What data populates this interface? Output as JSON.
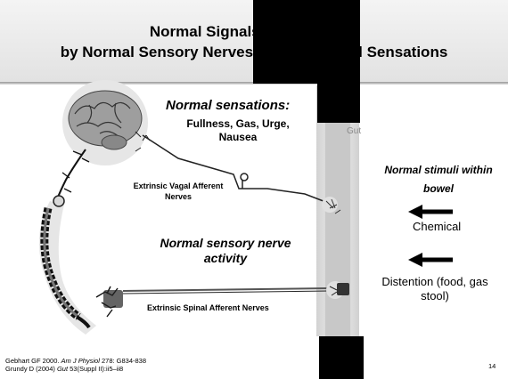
{
  "title_line1": "Normal Signals, Trans mitted",
  "title_line2": "by Normal Sensory Nerves lead to Normal Sensations",
  "normal_sensations": "Normal sensations:",
  "sensations_items": "Fullness, Gas, Urge, Nausea",
  "vagal_label": "Extrinsic Vagal Afferent Nerves",
  "gut_label": "Gut",
  "nerve_activity": "Normal sensory nerve activity",
  "spinal_label": "Extrinsic Spinal Afferent Nerves",
  "stimuli_label": "Normal stimuli within bowel",
  "chemical_label": "Chemical",
  "distention_label": "Distention (food, gas stool)",
  "citation_1_prefix": "Gebhart GF 2000. ",
  "citation_1_journal": "Am J Physiol",
  "citation_1_suffix": " 278: G834-838",
  "citation_2_prefix": "Grundy D (2004) ",
  "citation_2_journal": "Gut",
  "citation_2_suffix": " 53(Suppl II):ii5–ii8",
  "page_number": "14",
  "icons": [
    "brain-icon",
    "spine-icon",
    "neuron-icon",
    "arrow-left-icon"
  ],
  "colors": {
    "redaction": "#000000",
    "gut_band": "#c8c8c8",
    "header": "#e8e8e8"
  }
}
